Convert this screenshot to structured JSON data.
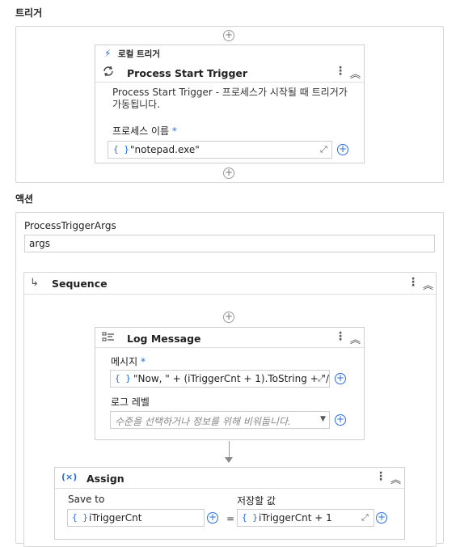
{
  "sections": {
    "trigger": "트리거",
    "action": "액션"
  },
  "trigger_card": {
    "category": "로컬 트리거",
    "title": "Process Start Trigger",
    "description": "Process Start Trigger - 프로세스가 시작될 때 트리거가 가동됩니다.",
    "field_label": "프로세스 이름",
    "required_mark": "*",
    "field_value": "\"notepad.exe\""
  },
  "args": {
    "label": "ProcessTriggerArgs",
    "value": "args"
  },
  "sequence": {
    "title": "Sequence"
  },
  "log_message": {
    "title": "Log Message",
    "message_label": "메시지",
    "required_mark": "*",
    "message_value": "\"Now, \" + (iTriggerCnt + 1).ToString + \"/",
    "level_label": "로그 레벨",
    "level_placeholder": "수준을 선택하거나 정보를 위해 비워둡니다."
  },
  "assign": {
    "title": "Assign",
    "save_to_label": "Save to",
    "save_to_value": "iTriggerCnt",
    "value_label": "저장할 값",
    "value_value": "iTriggerCnt + 1",
    "equals": "="
  },
  "icons": {
    "brace": "{ }",
    "plus": "+",
    "kebab": "⋮",
    "collapse": "︽"
  },
  "colors": {
    "accent": "#2a6fdb",
    "border": "#d6d6d6"
  }
}
